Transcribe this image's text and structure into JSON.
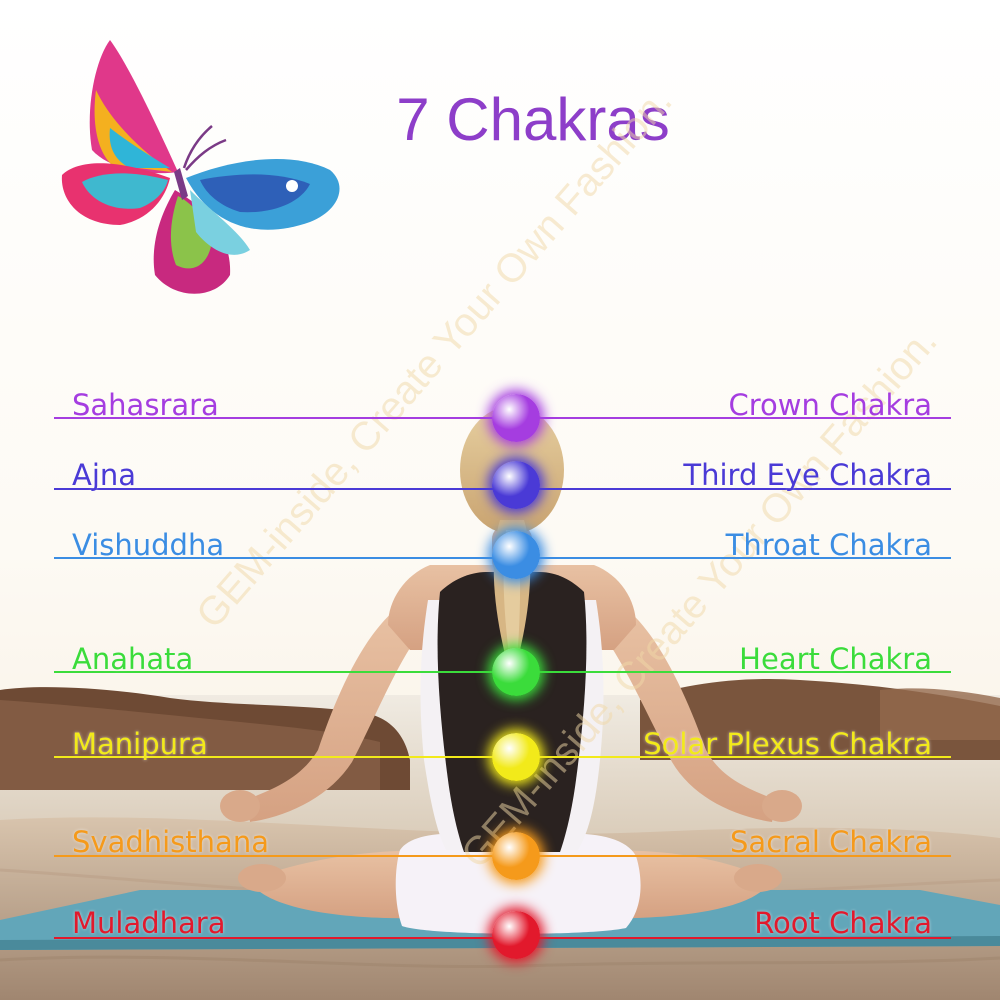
{
  "title": {
    "text": "7 Chakras",
    "color": "#8d3ec9"
  },
  "watermark": {
    "text": "GEM-inside, Create Your Own Fashion."
  },
  "chakras": [
    {
      "sanskrit": "Sahasrara",
      "english": "Crown Chakra",
      "color": "#a53de0"
    },
    {
      "sanskrit": "Ajna",
      "english": "Third Eye Chakra",
      "color": "#4a3ad6"
    },
    {
      "sanskrit": "Vishuddha",
      "english": "Throat Chakra",
      "color": "#3b8de3"
    },
    {
      "sanskrit": "Anahata",
      "english": "Heart Chakra",
      "color": "#3bdc3b"
    },
    {
      "sanskrit": "Manipura",
      "english": "Solar Plexus Chakra",
      "color": "#f2ea1a"
    },
    {
      "sanskrit": "Svadhisthana",
      "english": "Sacral Chakra",
      "color": "#f59a1b"
    },
    {
      "sanskrit": "Muladhara",
      "english": "Root Chakra",
      "color": "#e2192c"
    }
  ]
}
